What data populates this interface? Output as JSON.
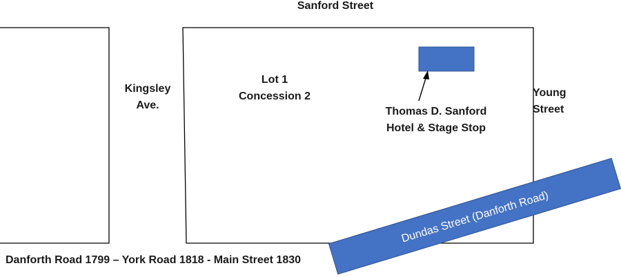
{
  "streets": {
    "top": "Sanford Street",
    "left_line1": "Kingsley",
    "left_line2": "Ave.",
    "right_line1": "Young",
    "right_line2": "Street",
    "bottom": "Danforth Road 1799 – York Road 1818 - Main Street 1830",
    "diagonal": "Dundas Street (Danforth Road)"
  },
  "lot": {
    "line1": "Lot 1",
    "line2": "Concession 2"
  },
  "hotel": {
    "line1": "Thomas D. Sanford",
    "line2": "Hotel & Stage Stop"
  },
  "colors": {
    "road_fill": "#4472c4",
    "road_stroke": "#2f528f",
    "text_light": "#ffffff",
    "outline": "#000000"
  }
}
